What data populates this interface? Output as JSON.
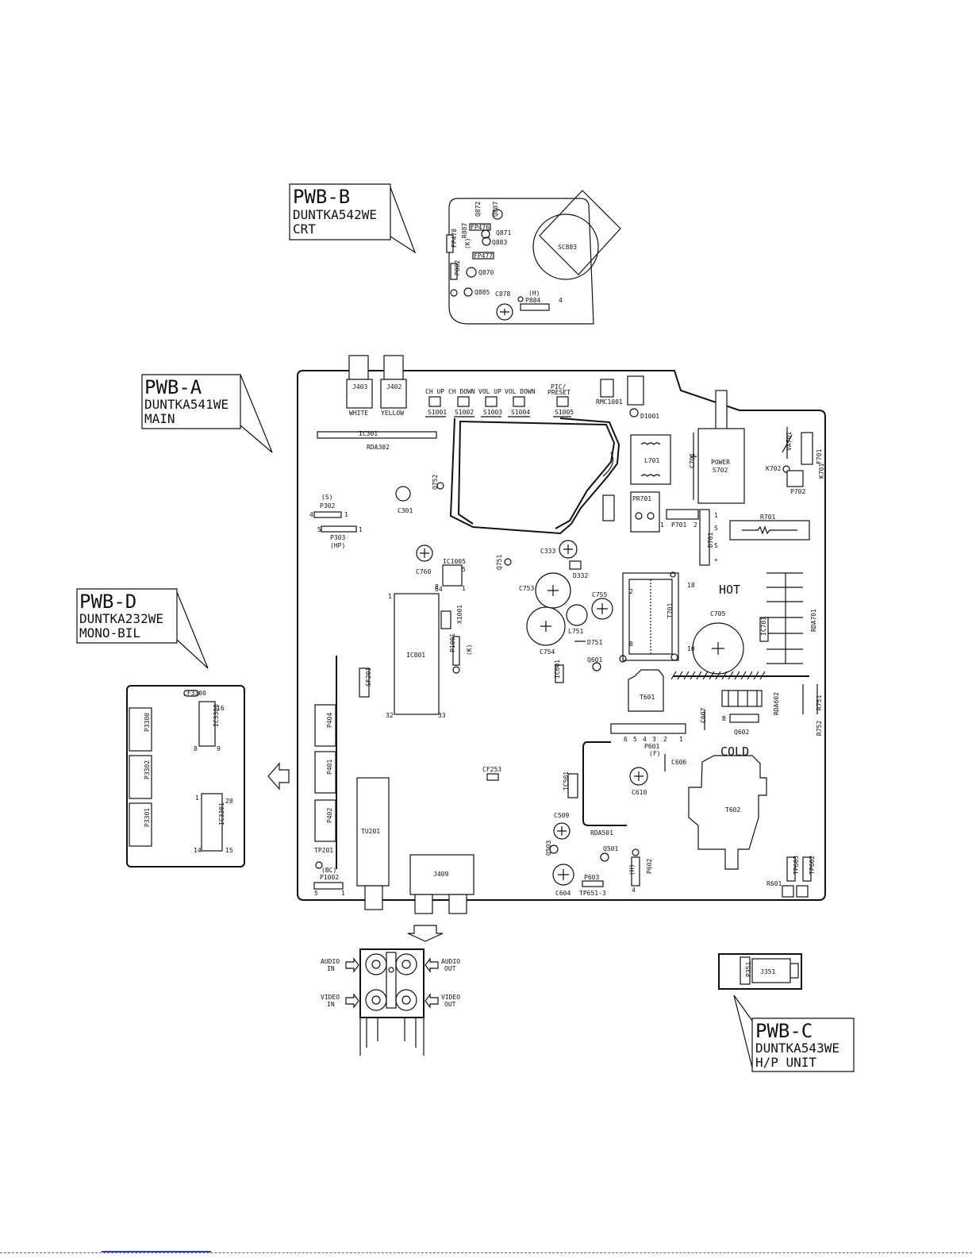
{
  "boards": {
    "b": {
      "title": "PWB-B",
      "code": "DUNTKA542WE",
      "name": "CRT"
    },
    "a": {
      "title": "PWB-A",
      "code": "DUNTKA541WE",
      "name": "MAIN"
    },
    "d": {
      "title": "PWB-D",
      "code": "DUNTKA232WE",
      "name": "MONO-BIL"
    },
    "c": {
      "title": "PWB-C",
      "code": "DUNTKA543WE",
      "name": "H/P UNIT"
    }
  },
  "crt_parts": {
    "sc883": "SC883",
    "q887": "Q887",
    "q872": "Q872",
    "q871": "Q871",
    "q883": "Q883",
    "q870": "Q870",
    "q885": "Q885",
    "c878": "C878",
    "h": "(H)",
    "p884": "P884",
    "p884_pin": "4",
    "k": "(K)",
    "p882": "P882",
    "fp476": "FP476",
    "fp477": "FP477",
    "fp478": "FP478",
    "r887": "R887"
  },
  "main_parts": {
    "j403": "J403",
    "j402": "J402",
    "white": "WHITE",
    "yellow": "YELLOW",
    "ch_up": "CH UP",
    "ch_down": "CH DOWN",
    "vol_up": "VOL UP",
    "vol_down": "VOL DOWN",
    "pic_preset_1": "PIC/",
    "pic_preset_2": "PRESET",
    "s1001": "S1001",
    "s1002": "S1002",
    "s1003": "S1003",
    "s1004": "S1004",
    "s1005": "S1005",
    "rmc1001": "RMC1001",
    "d1001": "D1001",
    "ic301": "IC301",
    "rda302": "RDA302",
    "s": "(S)",
    "p302": "P302",
    "p303": "P303",
    "hp": "(HP)",
    "c301": "C301",
    "q752": "Q752",
    "l701": "L701",
    "c701": "C701",
    "power": "POWER",
    "s702": "S702",
    "va701": "VA701",
    "k702": "K702",
    "p702": "P702",
    "k701": "K701",
    "f701": "F701",
    "pr701": "PR701",
    "p701": "P701",
    "r701": "R701",
    "d701": "D701",
    "c333": "C333",
    "d332": "D332",
    "c760": "C760",
    "ic1005": "IC1005",
    "q751": "Q751",
    "c753": "C753",
    "c755": "C755",
    "c754": "C754",
    "l751": "L751",
    "d751": "D751",
    "t701": "T701",
    "hot": "HOT",
    "c705": "C705",
    "ic701": "IC701",
    "rda701": "RDA701",
    "ic801": "IC801",
    "x1001": "X1001",
    "p1001": "P1001",
    "k": "(K)",
    "q601": "Q601",
    "ic601": "IC601",
    "t601": "T601",
    "c607": "C607",
    "rda602": "RDA602",
    "q602": "Q602",
    "r751": "R751",
    "r752": "R752",
    "p601": "P601",
    "f": "(F)",
    "cold": "COLD",
    "sf201": "SF201",
    "p404": "P404",
    "p401": "P401",
    "p402": "P402",
    "cf253": "CF253",
    "tu201": "TU201",
    "ic501": "IC501",
    "c610": "C610",
    "c606": "C606",
    "t602": "T602",
    "c509": "C509",
    "rda501": "RDA501",
    "q503": "Q503",
    "q501": "Q501",
    "p602": "P602",
    "h": "(H)",
    "c604": "C604",
    "p603": "P603",
    "tp651": "TP651-3",
    "tp201": "TP201",
    "bc": "(BC)",
    "p1002": "P1002",
    "j409": "J409",
    "r601": "R601",
    "tp602": "TP602",
    "tp603": "TP603"
  },
  "mono_parts": {
    "cf3300": "CF3300",
    "p3300": "P3300",
    "p3302": "P3302",
    "p3301": "P3301",
    "ic3300": "IC3300",
    "ic3301": "IC3301"
  },
  "jack_labels": {
    "audio_in_1": "AUDIO",
    "audio_in_2": "IN",
    "audio_out_1": "AUDIO",
    "audio_out_2": "OUT",
    "video_in_1": "VIDEO",
    "video_in_2": "IN",
    "video_out_1": "VIDEO",
    "video_out_2": "OUT"
  },
  "hp_parts": {
    "j351": "J351",
    "p351": "P351"
  }
}
